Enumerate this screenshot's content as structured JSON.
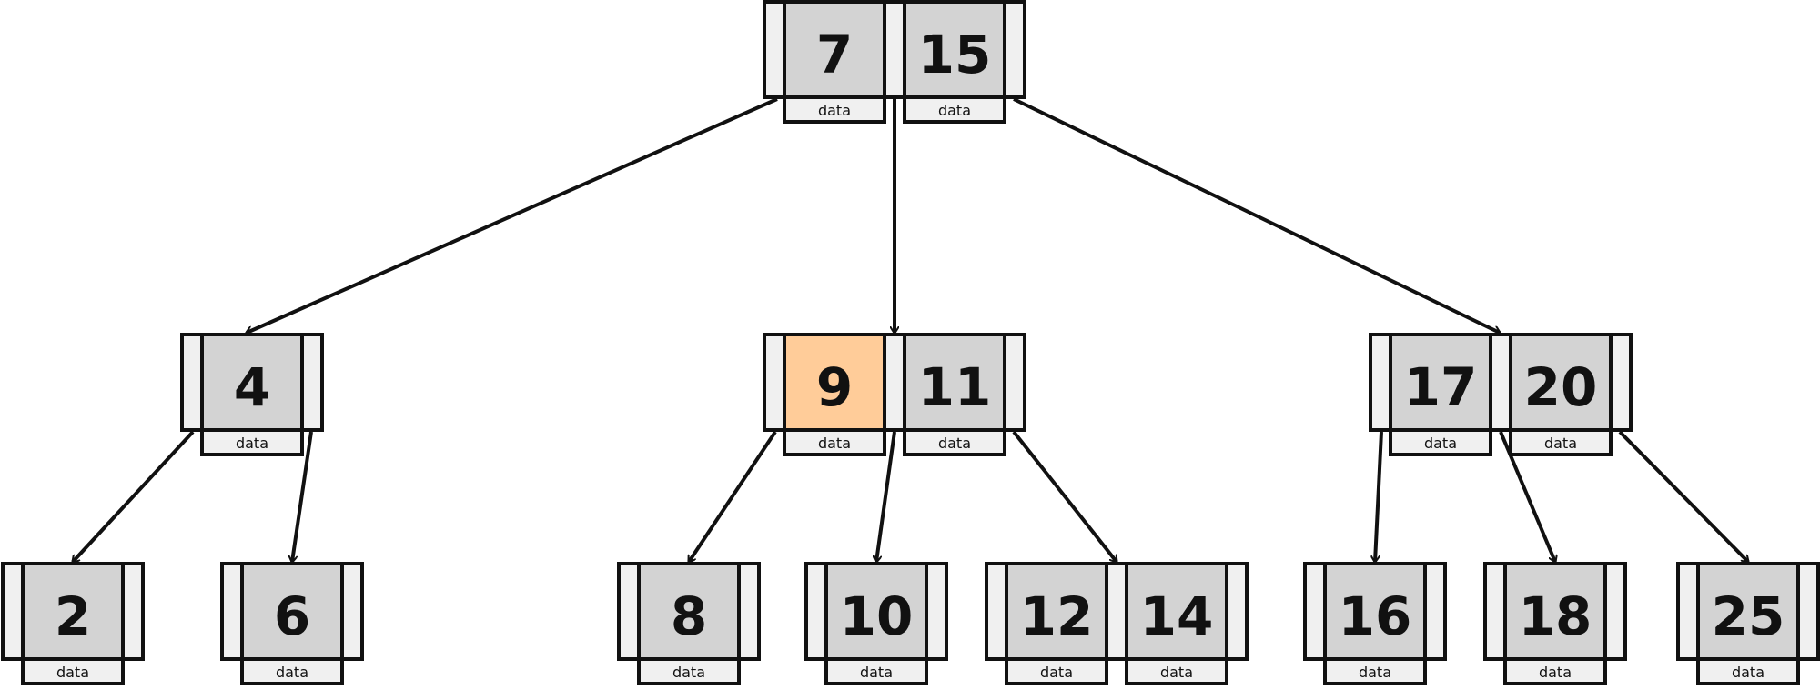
{
  "colors": {
    "key_fill": "#d3d3d3",
    "highlight_fill": "#ffcc99",
    "pointer_fill": "#f0f0f0",
    "stroke": "#111111"
  },
  "data_label": "data",
  "tree": {
    "root": {
      "keys": [
        "7",
        "15"
      ],
      "highlighted": []
    },
    "level1": [
      {
        "keys": [
          "4"
        ],
        "highlighted": []
      },
      {
        "keys": [
          "9",
          "11"
        ],
        "highlighted": [
          "9"
        ]
      },
      {
        "keys": [
          "17",
          "20"
        ],
        "highlighted": []
      }
    ],
    "leaves": [
      {
        "keys": [
          "2"
        ]
      },
      {
        "keys": [
          "6"
        ]
      },
      {
        "keys": [
          "8"
        ]
      },
      {
        "keys": [
          "10"
        ]
      },
      {
        "keys": [
          "12",
          "14"
        ]
      },
      {
        "keys": [
          "16"
        ]
      },
      {
        "keys": [
          "18"
        ]
      },
      {
        "keys": [
          "25"
        ]
      }
    ]
  }
}
